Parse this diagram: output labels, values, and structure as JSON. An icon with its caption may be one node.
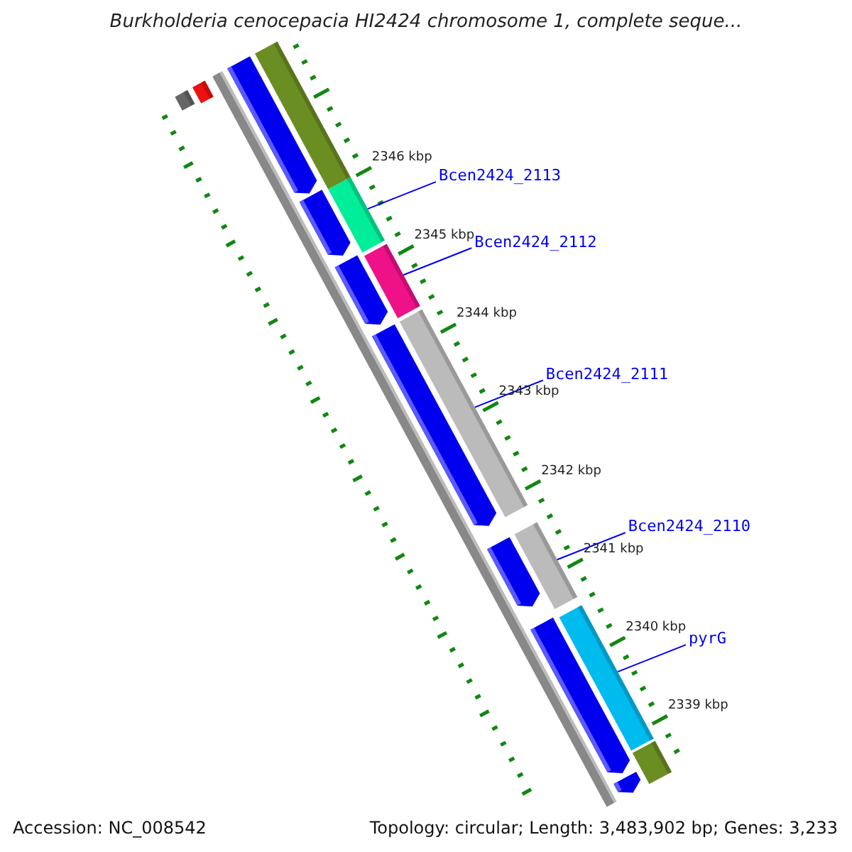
{
  "diagram": {
    "title": "Burkholderia cenocepacia HI2424 chromosome 1, complete seque...",
    "nodes": [
      {
        "text": [
          "Bcen2424_2113"
        ]
      },
      {
        "text": [],
        "shape": "bar"
      },
      {
        "text": [
          "Bcen2424_2112"
        ]
      },
      {
        "text": [],
        "shape": "bar"
      },
      {
        "text": [
          "Bcen2424_2111"
        ]
      },
      {
        "text": [],
        "shape": "bar"
      },
      {
        "text": [
          "Bcen2424_2110"
        ]
      },
      {
        "text": [],
        "shape": "bar"
      },
      {
        "text": [
          "pyrG"
        ]
      },
      {
        "text": [],
        "shape": "bar"
      },
      {
        "text": [],
        "shape": "bar"
      },
      {
        "text": [],
        "shape": "bar"
      },
      {
        "text": [],
        "shape": "bar"
      },
      {
        "text": [],
        "shape": "arrow"
      },
      {
        "text": [],
        "shape": "arrow"
      },
      {
        "text": [],
        "shape": "arrow"
      },
      {
        "text": [],
        "shape": "arrow"
      },
      {
        "text": [],
        "shape": "arrow"
      },
      {
        "text": [],
        "shape": "arrow"
      },
      {
        "text": [],
        "shape": "arrow"
      },
      {
        "text": [],
        "shape": "bar"
      }
    ],
    "edges": [
      {
        "from": 0,
        "to": 1,
        "arrow": "none"
      },
      {
        "from": 2,
        "to": 3,
        "arrow": "none"
      },
      {
        "from": 4,
        "to": 5,
        "arrow": "none"
      },
      {
        "from": 6,
        "to": 7,
        "arrow": "none"
      },
      {
        "from": 8,
        "to": 9,
        "arrow": "none"
      }
    ],
    "labels": [
      "2346 kbp",
      "2345 kbp",
      "2344 kbp",
      "2343 kbp",
      "2342 kbp",
      "2341 kbp",
      "2340 kbp",
      "2339 kbp",
      "Accession: NC_008542",
      "Topology: circular; Length: 3,483,902 bp; Genes: 3,233"
    ]
  }
}
